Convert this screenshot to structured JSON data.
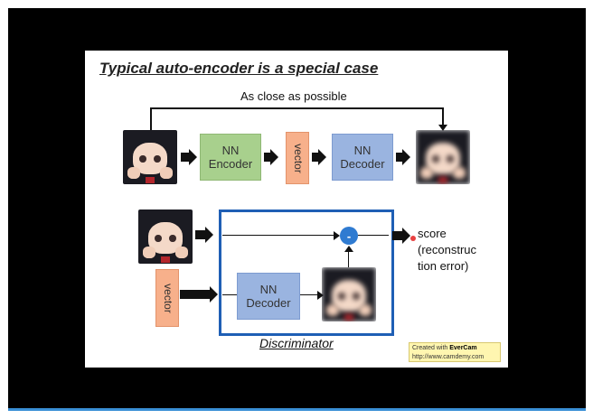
{
  "slide": {
    "title": "Typical auto-encoder is a special case",
    "close_label": "As close as possible",
    "encoder_label": "NN\nEncoder",
    "decoder_label_top": "NN\nDecoder",
    "decoder_label_bottom": "NN\nDecoder",
    "vector_label_top": "vector",
    "vector_label_bottom": "vector",
    "minus_symbol": "-",
    "score_text": "score\n(reconstruc\ntion error)",
    "discriminator_label": "Discriminator"
  },
  "watermark": {
    "created_with": "Created with ",
    "brand": "EverCam",
    "url": "http://www.camdemy.com"
  },
  "colors": {
    "encoder": "#a8d08d",
    "decoder": "#9ab4e0",
    "vector": "#f7b08b",
    "discriminator_border": "#1f5fb5",
    "minus_circle": "#2f7bd1",
    "progress_bar": "#3a8fd6"
  }
}
